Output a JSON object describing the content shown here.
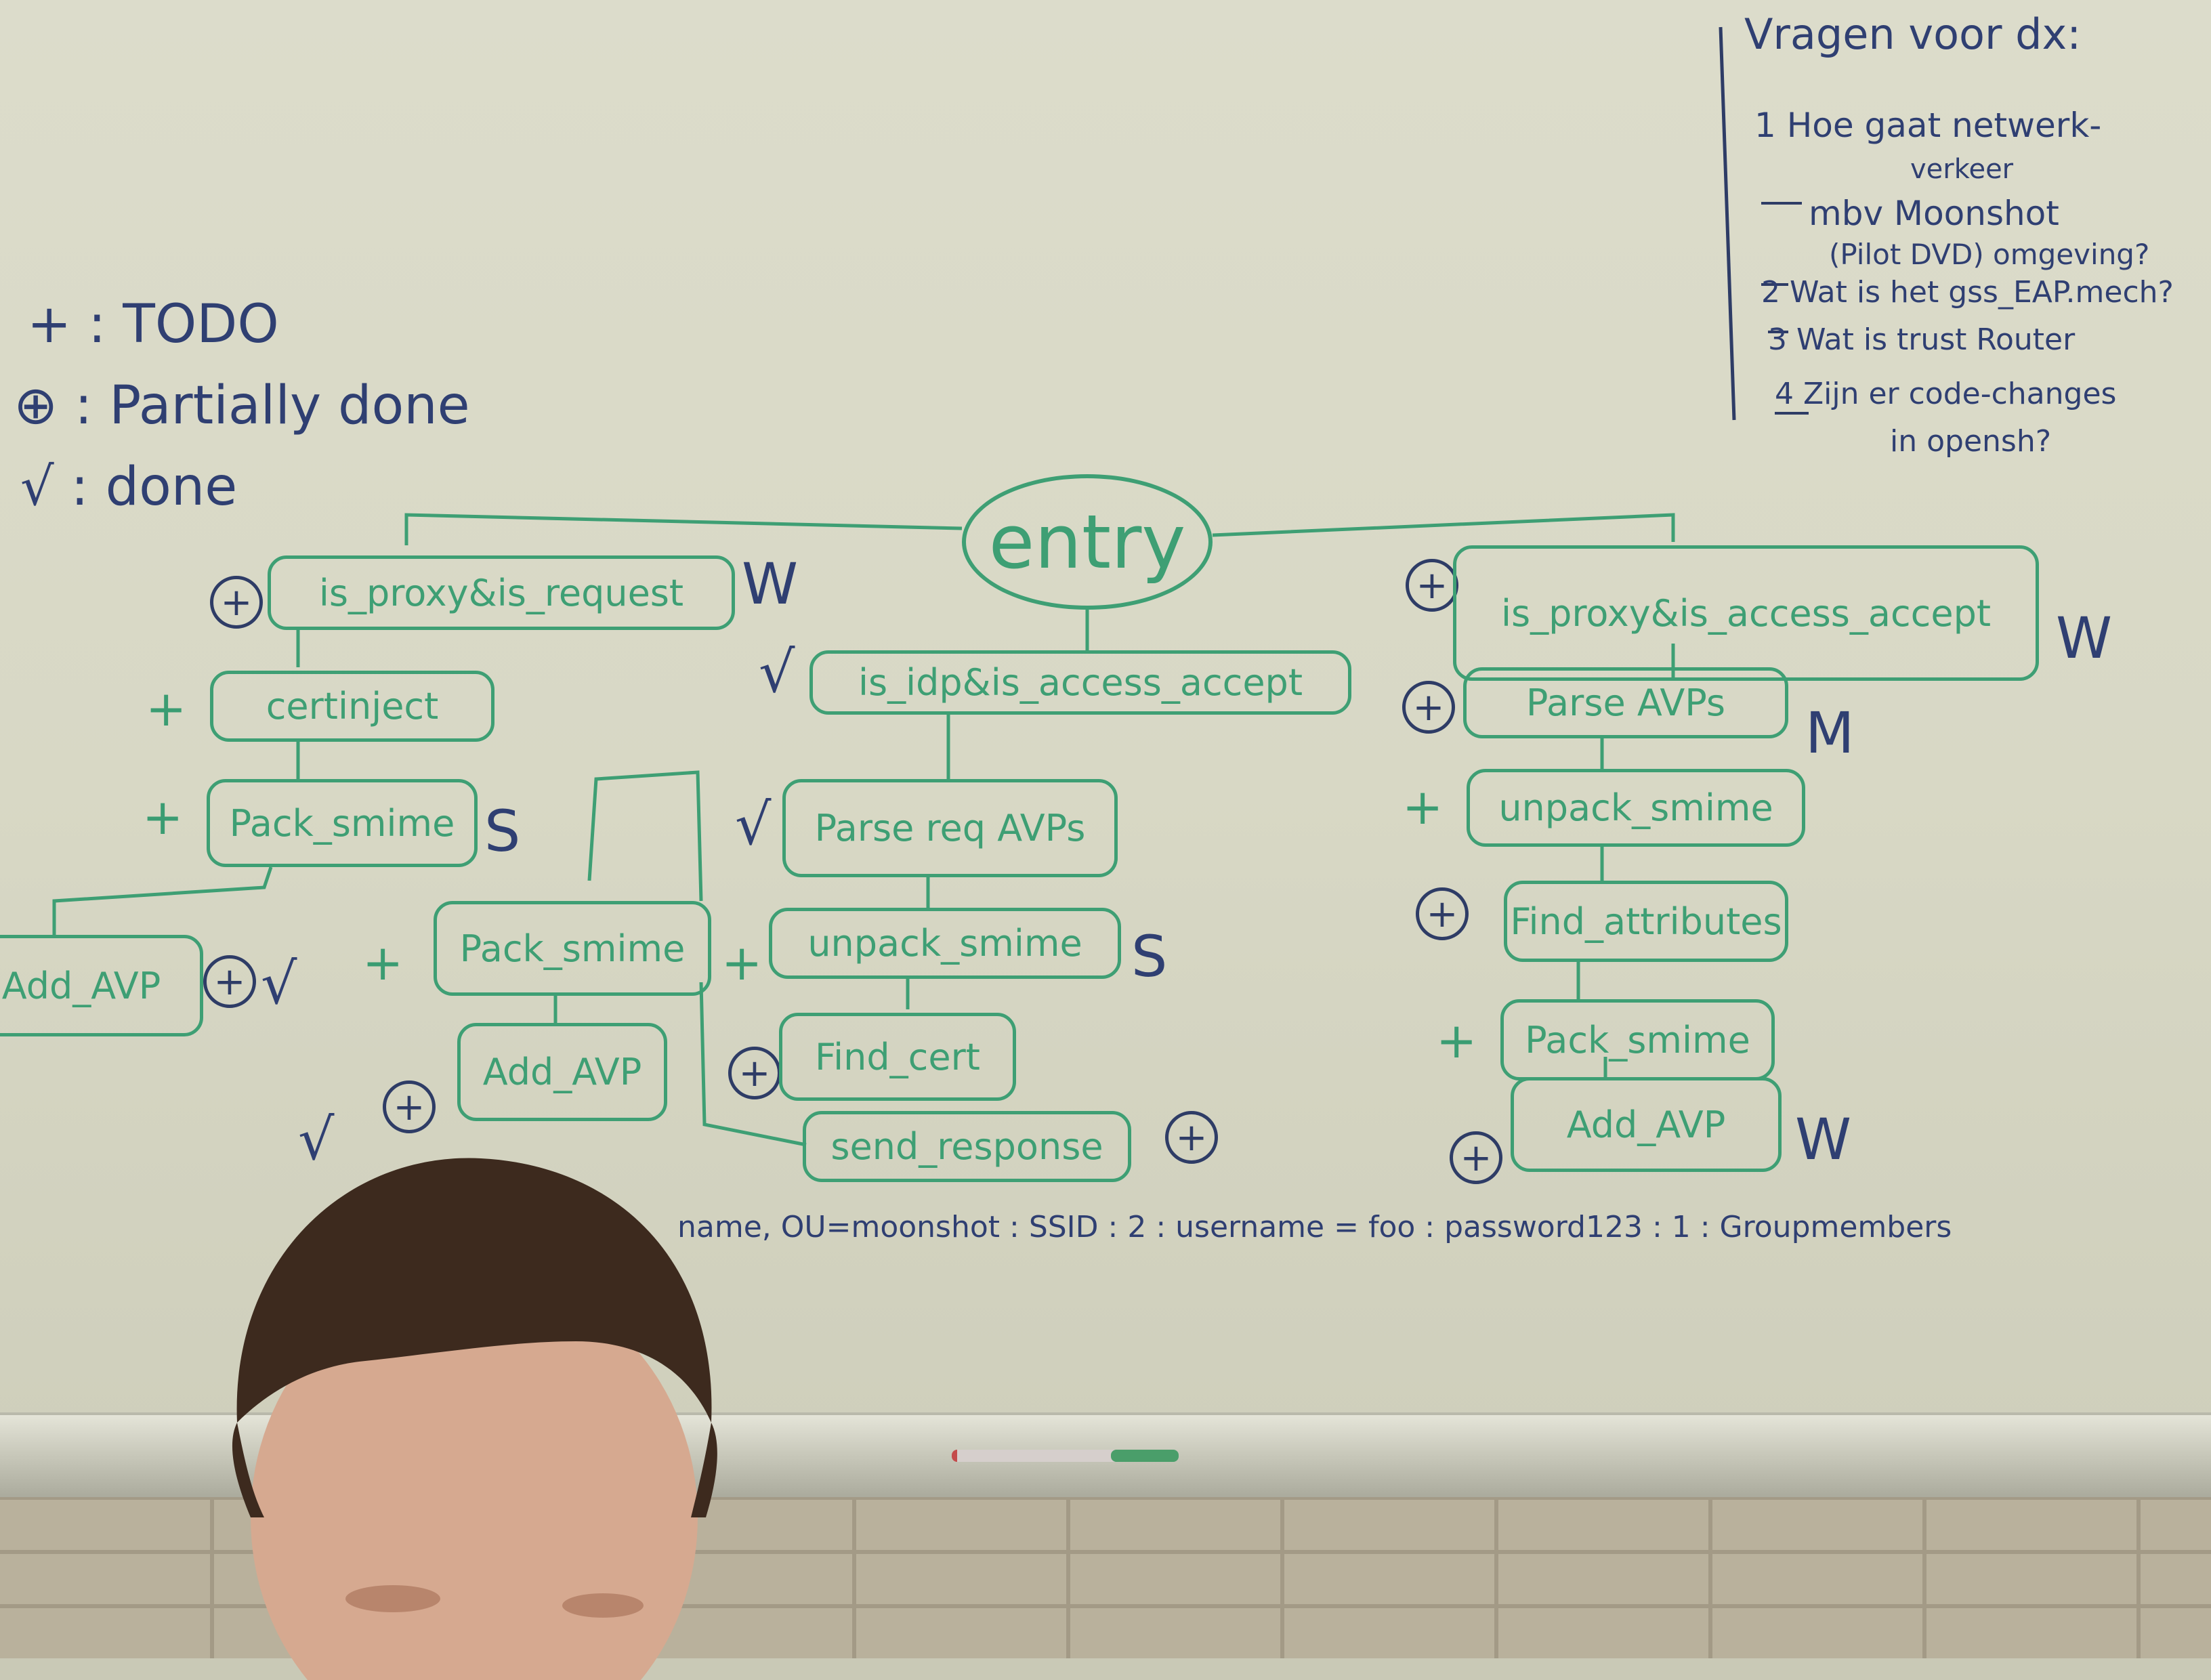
{
  "legend": {
    "todo": "+ : TODO",
    "partial": "⊕ : Partially done",
    "done": "√ : done"
  },
  "root": "entry",
  "left_branch": {
    "top": "is_proxy&is_request",
    "top_mark": "W",
    "certinject": "certinject",
    "pack_smime": "Pack_smime",
    "pack_smime_mark": "S",
    "add_avp": "Add_AVP",
    "sub_pack_smime": "Pack_smime",
    "sub_add_avp": "Add_AVP"
  },
  "middle_branch": {
    "top": "is_idp&is_access_accept",
    "parse": "Parse req AVPs",
    "unpack": "unpack_smime",
    "unpack_mark": "S",
    "find": "Find_cert",
    "send": "send_response"
  },
  "right_branch": {
    "top": "is_proxy&is_access_accept",
    "top_mark": "W",
    "parse": "Parse AVPs",
    "parse_mark": "M",
    "unpack": "unpack_smime",
    "find": "Find_attributes",
    "pack": "Pack_smime",
    "add": "Add_AVP",
    "add_mark": "W"
  },
  "questions": {
    "title": "Vragen voor dx:",
    "q1": "1 Hoe gaat netwerk-",
    "q1b": "verkeer",
    "q1c": "mbv Moonshot",
    "q1d": "(Pilot DVD) omgeving?",
    "q2": "2 Wat is het gss_EAP.mech?",
    "q3": "3 Wat is trust Router",
    "q4": "4 Zijn er code-changes",
    "q4b": "in opensh?"
  },
  "bottom_line": "name, OU=moonshot : SSID : 2 : username = foo : password123 : 1 : Groupmembers",
  "colors": {
    "green_marker": "#3e9f74",
    "blue_marker": "#2e3c66",
    "board": "#d9d9c7"
  },
  "icons": {
    "todo": "plus-icon",
    "partial": "circled-plus-icon",
    "done": "check-icon"
  }
}
